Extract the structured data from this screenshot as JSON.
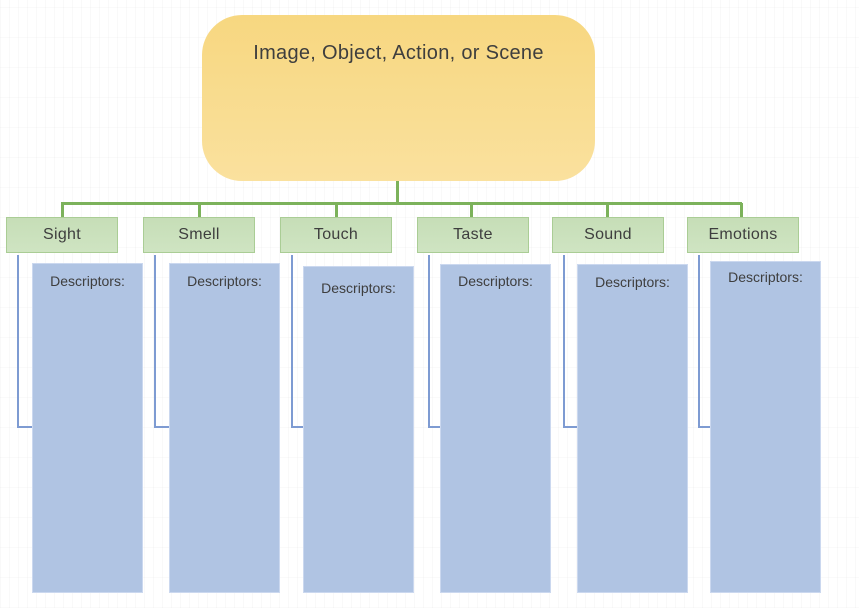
{
  "diagram": {
    "title": "Image, Object, Action, or Scene",
    "descriptors_label": "Descriptors:",
    "columns": [
      {
        "label": "Sight"
      },
      {
        "label": "Smell"
      },
      {
        "label": "Touch"
      },
      {
        "label": "Taste"
      },
      {
        "label": "Sound"
      },
      {
        "label": "Emotions"
      }
    ],
    "colors": {
      "root_fill_top": "#F7D780",
      "root_fill_bottom": "#FAE19E",
      "category_fill_top": "#C6DEB7",
      "category_fill_bottom": "#CFE4C2",
      "category_border": "#AACD95",
      "descriptor_fill": "#B0C4E3",
      "descriptor_border": "#CBD8EF",
      "green_connector": "#7CB25B",
      "blue_connector": "#7E9BD2",
      "text_color": "#3E3E3E"
    }
  }
}
